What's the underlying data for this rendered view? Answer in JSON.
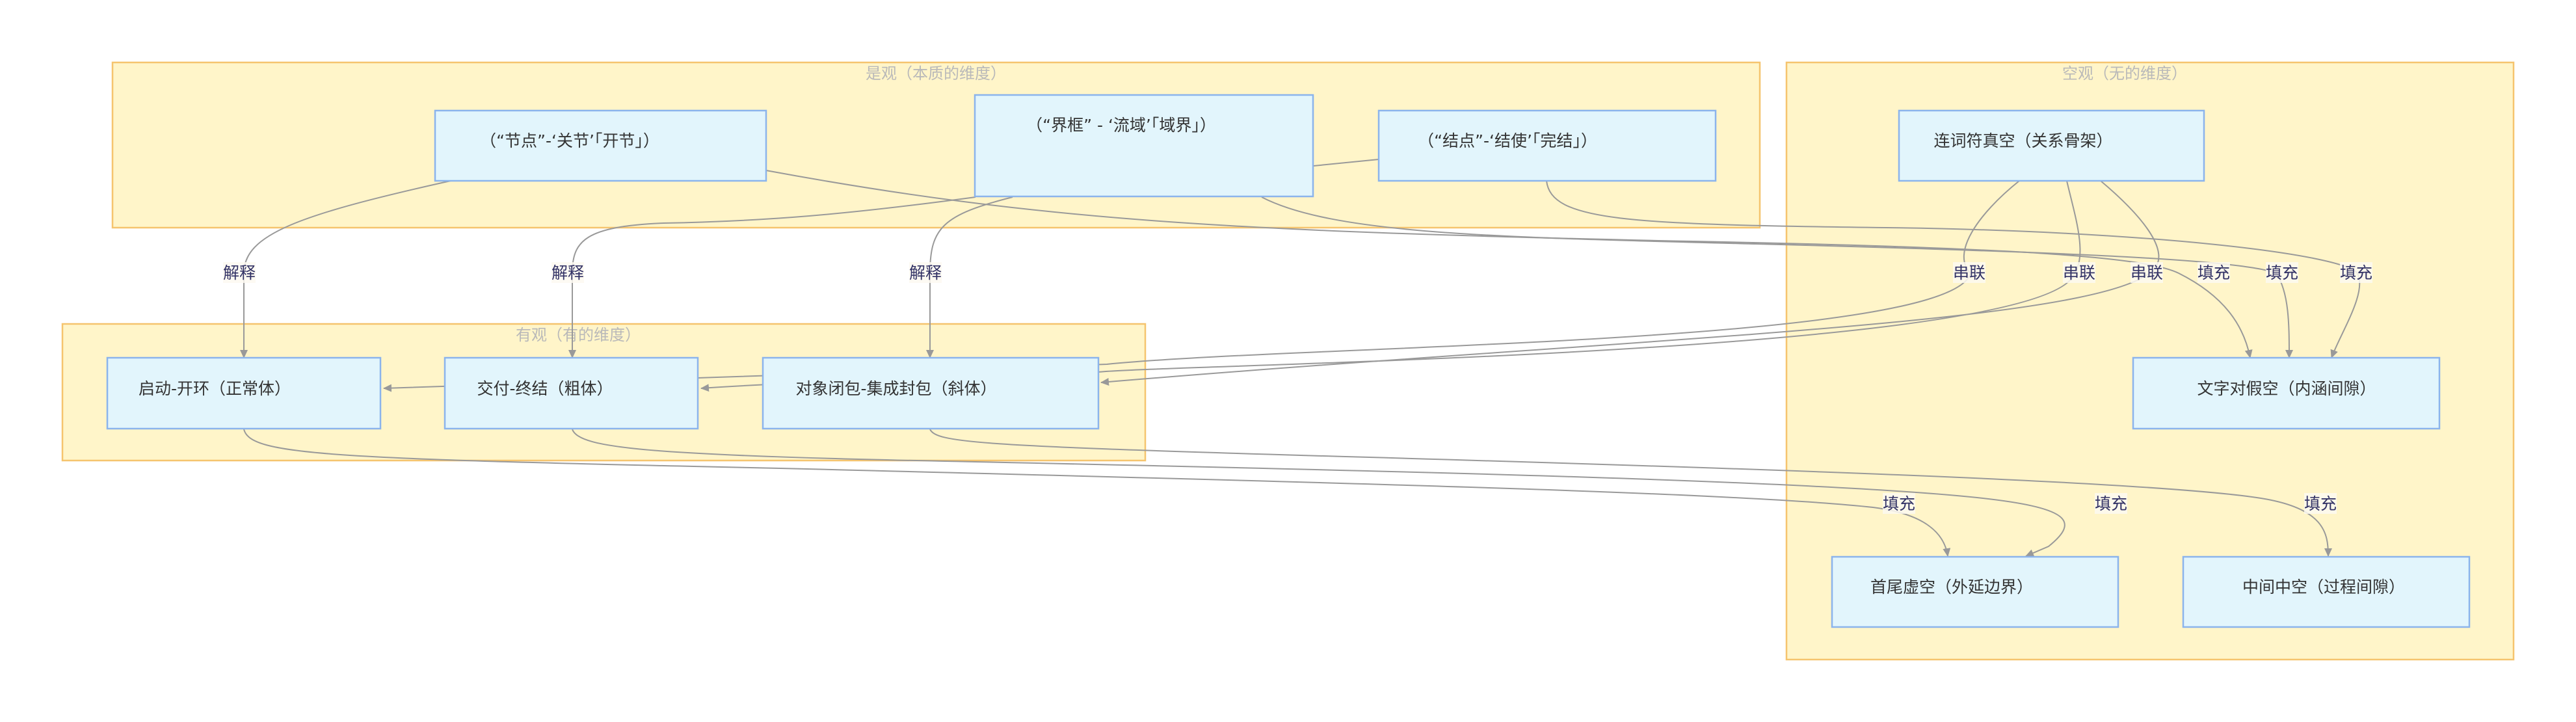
{
  "clusters": {
    "shiguan": {
      "title": "是观（本质的维度）"
    },
    "youguan": {
      "title": "有观（有的维度）"
    },
    "kongguan": {
      "title": "空观（无的维度）"
    }
  },
  "nodes": {
    "jiedian": "（“节点”-‘关节’「开节」）",
    "jiekuang": "（“界框” - ‘流域’「域界」）",
    "jieguo": "（“结点”-‘结使’「完结」）",
    "qidong": "启动-开环（正常体）",
    "jiaofu": "交付-终结（粗体）",
    "duixiang": "对象闭包-集成封包（斜体）",
    "lianci": "连词符真空（关系骨架）",
    "wenzi": "文字对假空（内涵间隙）",
    "shouwei": "首尾虚空（外延边界）",
    "zhongjian": "中间中空（过程间隙）"
  },
  "edge_labels": {
    "explain": "解释",
    "series": "串联",
    "fill": "填充"
  },
  "colors": {
    "cluster_fill": "#fff5c9",
    "cluster_stroke": "#f5c46e",
    "node_fill": "#e2f5fc",
    "node_stroke": "#8bb4ec",
    "edge": "#999999",
    "edge_label": "#333366"
  }
}
